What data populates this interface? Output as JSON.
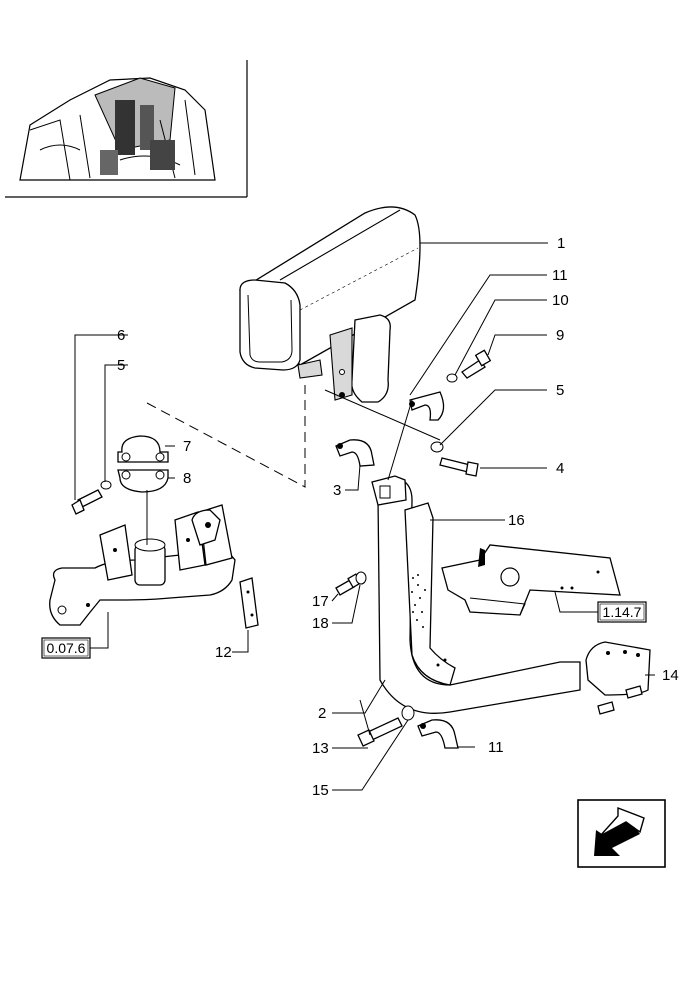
{
  "callouts": {
    "c1": "1",
    "c2": "2",
    "c3": "3",
    "c4": "4",
    "c5a": "5",
    "c5b": "5",
    "c6": "6",
    "c7": "7",
    "c8": "8",
    "c9": "9",
    "c10": "10",
    "c11a": "11",
    "c11b": "11",
    "c12": "12",
    "c13": "13",
    "c14": "14",
    "c15": "15",
    "c16": "16",
    "c17": "17",
    "c18": "18"
  },
  "references": {
    "exhaust_manifold_ref": "0.07.6",
    "hood_bracket_ref": "1.14.7"
  },
  "icons": {
    "nav": "arrow-back-icon"
  }
}
